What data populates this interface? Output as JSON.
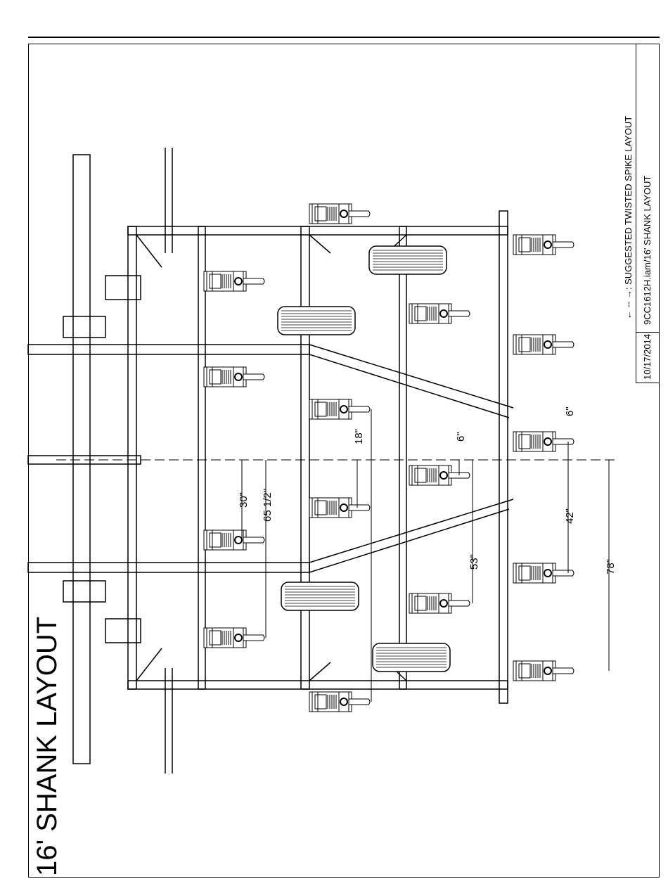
{
  "page_title": "16' SHANK LAYOUT",
  "title_block": {
    "date": "10/17/2014",
    "file_name": "9CC1612H.iam/16' SHANK LAYOUT",
    "legend_note": "← -- →: SUGGESTED TWISTED SPIKE LAYOUT"
  },
  "dimensions": {
    "d_30": "30\"",
    "d_65_half": "65 1/2\"",
    "d_18": "18\"",
    "d_6_mid": "6\"",
    "d_53": "53\"",
    "d_6_rear": "6\"",
    "d_42": "42\"",
    "d_78": "78\""
  },
  "colors": {
    "line": "#000000",
    "background": "#ffffff"
  }
}
